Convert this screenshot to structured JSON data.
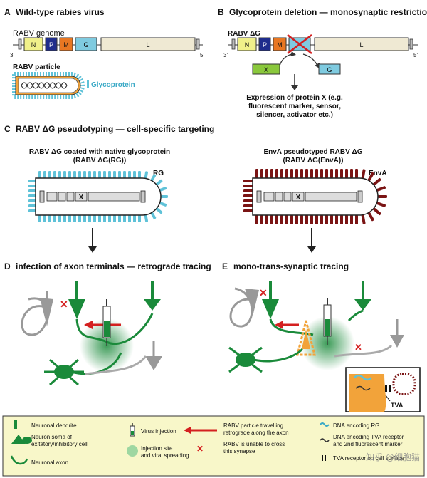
{
  "panels": {
    "a": {
      "letter": "A",
      "title": "Wild-type rabies virus",
      "genome_label": "RABV genome",
      "particle_label": "RABV particle",
      "glycoprotein_label": "Glycoprotein"
    },
    "b": {
      "letter": "B",
      "title": "Glycoprotein deletion — monosynaptic restriction",
      "genome_label": "RABV ΔG",
      "protein_x_box": "X",
      "g_box": "G",
      "expression_lines": [
        "Expression of protein X (e.g.",
        "fluorescent marker, sensor,",
        "silencer, activator etc.)"
      ]
    },
    "c": {
      "letter": "C",
      "title": "RABV ΔG pseudotyping — cell-specific targeting",
      "left_lines": [
        "RABV ΔG coated with native glycoprotein",
        "(RABV ΔG(RG))"
      ],
      "left_tag": "RG",
      "right_lines": [
        "EnvA pseudotyped RABV ΔG",
        "(RABV ΔG(EnvA))"
      ],
      "right_tag": "EnvA",
      "virion_x": "X"
    },
    "d": {
      "letter": "D",
      "title": "infection of axon terminals — retrograde tracing"
    },
    "e": {
      "letter": "E",
      "title": "mono-trans-synaptic tracing",
      "tva_label": "TVA"
    }
  },
  "genes": {
    "prime3": "3'",
    "prime5": "5'",
    "N": "N",
    "P": "P",
    "M": "M",
    "G": "G",
    "L": "L"
  },
  "legend": {
    "dendrite": "Neuronal dendrite",
    "soma": [
      "Neuron soma of",
      "exitatory/inhibitory cell"
    ],
    "axon": "Neuronal axon",
    "virus_injection": "Virus injection",
    "injection_site": [
      "Injection site",
      "and viral spreading"
    ],
    "travel": [
      "RABV particle travelling",
      "retrograde along the axon"
    ],
    "no_cross": [
      "RABV is unable to cross",
      "this synapse"
    ],
    "dna_rg": "DNA encoding RG",
    "dna_tva": [
      "DNA encoding TVA receptor",
      "and 2nd fluorescent marker"
    ],
    "tva": "TVA receptor on cell surface"
  },
  "watermark": "知乎 @细胞猫",
  "colors": {
    "N": "#f0f08a",
    "P": "#1f2d8c",
    "M": "#e87722",
    "G": "#7fcbe0",
    "L": "#efe9d3",
    "neuron_green": "#1a8a3a",
    "glyco": "#5fc2d8",
    "enva": "#7a1414",
    "legend_bg": "#f8f7c9",
    "arrow_red": "#d42020",
    "tva_orange": "#f2a33a"
  }
}
